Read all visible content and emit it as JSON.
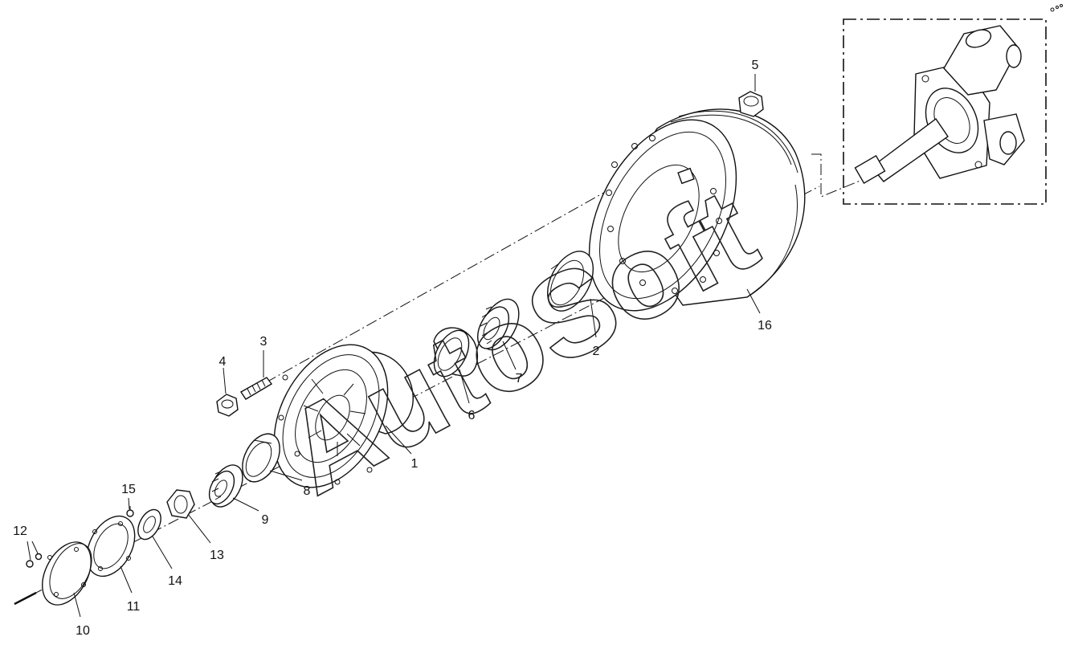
{
  "watermark": "AutoSoft",
  "callouts": [
    {
      "id": "c1",
      "text": "1"
    },
    {
      "id": "c2",
      "text": "2"
    },
    {
      "id": "c3",
      "text": "3"
    },
    {
      "id": "c4",
      "text": "4"
    },
    {
      "id": "c5",
      "text": "5"
    },
    {
      "id": "c6",
      "text": "6"
    },
    {
      "id": "c7",
      "text": "7"
    },
    {
      "id": "c8",
      "text": "8"
    },
    {
      "id": "c9",
      "text": "9"
    },
    {
      "id": "c10",
      "text": "10"
    },
    {
      "id": "c11",
      "text": "11"
    },
    {
      "id": "c12",
      "text": "12"
    },
    {
      "id": "c13",
      "text": "13"
    },
    {
      "id": "c14",
      "text": "14"
    },
    {
      "id": "c15",
      "text": "15"
    },
    {
      "id": "c16",
      "text": "16"
    }
  ]
}
